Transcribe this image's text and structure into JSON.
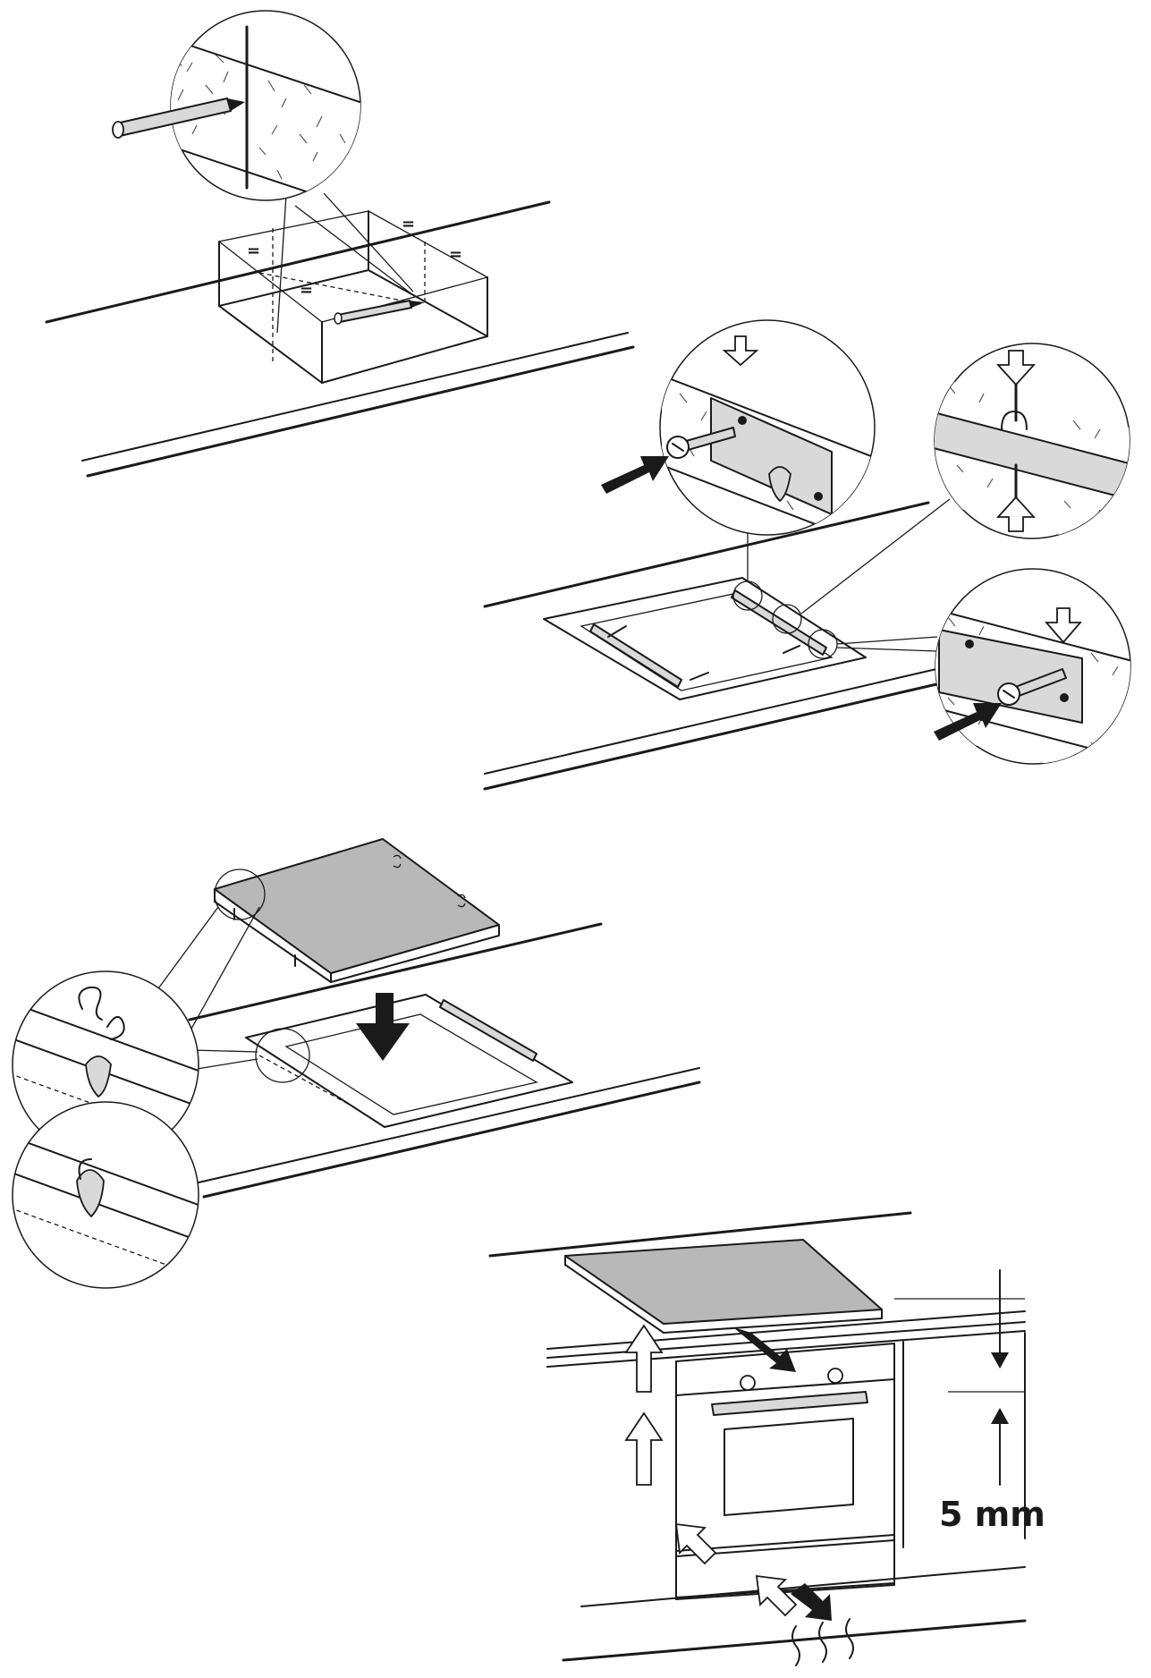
{
  "steps": [
    {
      "id": "step-1",
      "equal_marks": [
        "=",
        "=",
        "=",
        "="
      ]
    },
    {
      "id": "step-2"
    },
    {
      "id": "step-3"
    },
    {
      "id": "step-4",
      "dimension_label": "5 mm"
    }
  ]
}
